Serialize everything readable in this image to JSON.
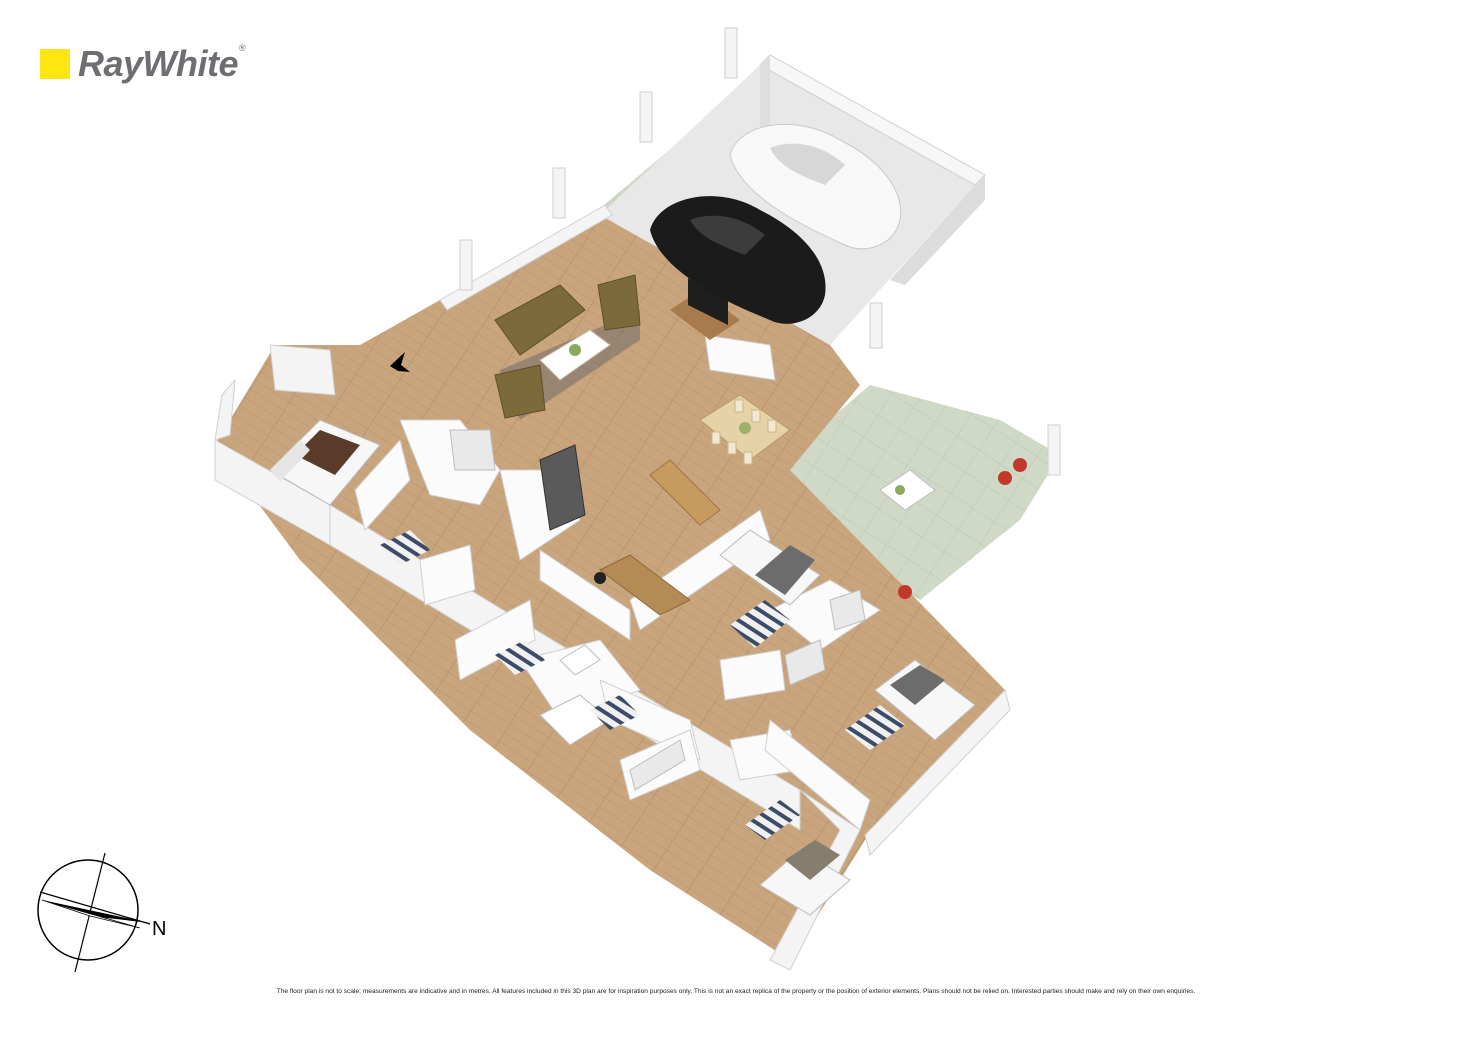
{
  "brand": {
    "name": "RayWhite",
    "trademark": "®",
    "square_color": "#ffe512",
    "text_color": "#6d6e71"
  },
  "compass": {
    "north_label": "N"
  },
  "disclaimer": "The floor plan is not to scale; measurements are indicative and in metres. All features included in this 3D plan are for inspiration purposes only. This is not an exact replica of the property or the position of exterior elements. Plans should not be relied on. Interested parties should make and rely on their own enquiries.",
  "palette": {
    "floor": "#c9a57d",
    "wall": "#f2f2f2",
    "wall_shade": "#d9d9d9",
    "paving": "#cdd8c4",
    "garage_floor": "#e6e6e6",
    "car_dark": "#1a1a1a",
    "car_light": "#f7f7f7"
  }
}
